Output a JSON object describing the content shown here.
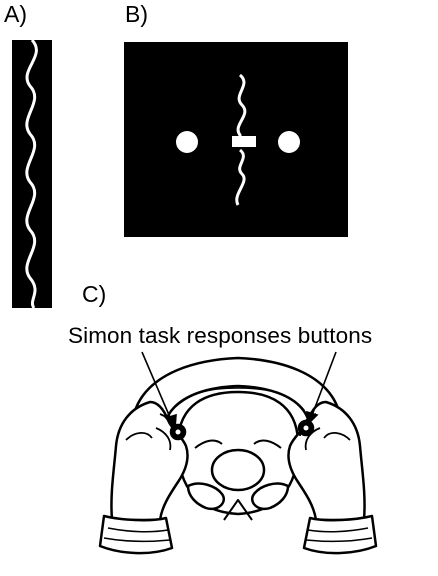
{
  "panels": {
    "a": {
      "label": "A)"
    },
    "b": {
      "label": "B)"
    },
    "c": {
      "label": "C)",
      "callout": "Simon task responses buttons"
    }
  },
  "colors": {
    "background": "#ffffff",
    "panel_fill": "#000000",
    "stimulus": "#ffffff",
    "line": "#000000"
  }
}
